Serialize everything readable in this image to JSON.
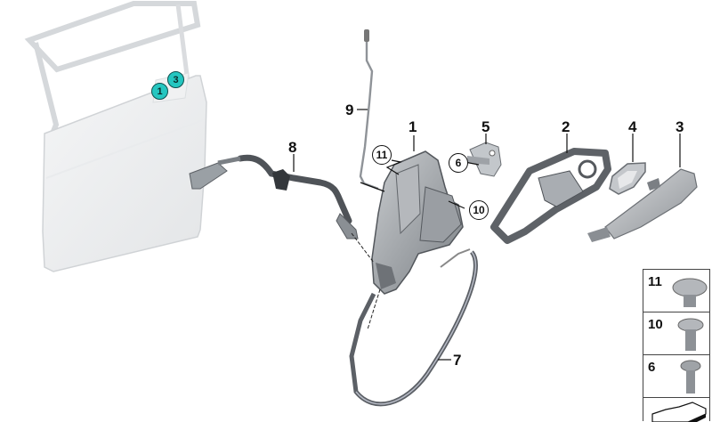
{
  "diagram": {
    "type": "exploded-parts-diagram",
    "subject": "Rear door outside handle and lock assembly",
    "accent_color": "#25c6c0",
    "door_badges": [
      {
        "label": "1"
      },
      {
        "label": "3"
      }
    ],
    "callouts": [
      {
        "label": "1",
        "part": "door-lock"
      },
      {
        "label": "2",
        "part": "handle-carrier"
      },
      {
        "label": "3",
        "part": "outer-handle"
      },
      {
        "label": "4",
        "part": "handle-cap"
      },
      {
        "label": "5",
        "part": "striker"
      },
      {
        "label": "7",
        "part": "bowden-cable"
      },
      {
        "label": "8",
        "part": "wiring-harness"
      },
      {
        "label": "9",
        "part": "locking-rod"
      }
    ],
    "circled_callouts": [
      {
        "label": "11"
      },
      {
        "label": "6"
      },
      {
        "label": "10"
      }
    ],
    "fasteners": [
      {
        "label": "11",
        "type": "large-head-screw"
      },
      {
        "label": "10",
        "type": "torx-screw"
      },
      {
        "label": "6",
        "type": "countersunk-screw"
      }
    ]
  }
}
